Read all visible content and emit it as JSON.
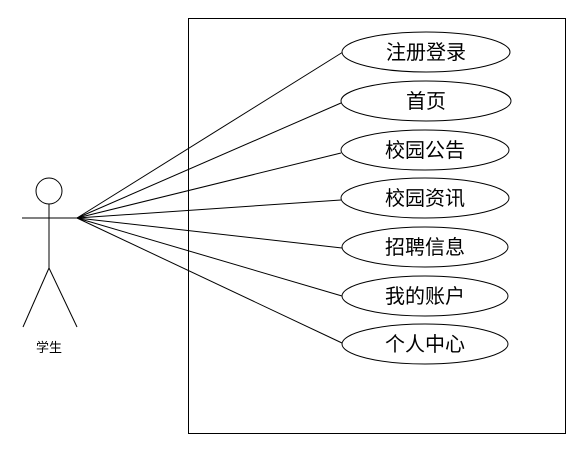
{
  "actor": {
    "name": "学生"
  },
  "use_cases": [
    {
      "label": "注册登录"
    },
    {
      "label": "首页"
    },
    {
      "label": "校园公告"
    },
    {
      "label": "校园资讯"
    },
    {
      "label": "招聘信息"
    },
    {
      "label": "我的账户"
    },
    {
      "label": "个人中心"
    }
  ],
  "colors": {
    "stroke": "#000000",
    "fill": "#ffffff"
  }
}
